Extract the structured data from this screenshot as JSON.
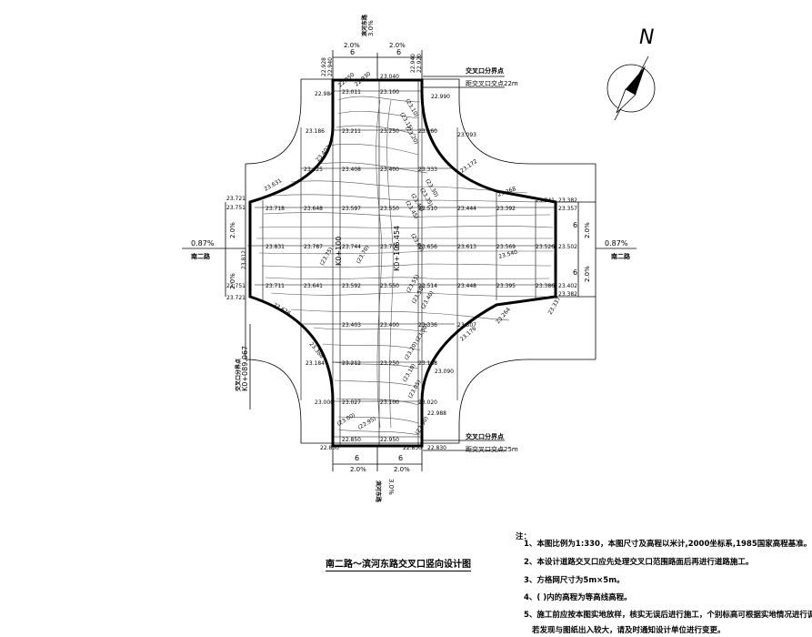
{
  "title": "南二路～滨河东路交叉口竖向设计图",
  "north_label": "N",
  "road_label_left": "南二路",
  "road_label_right": "南二路",
  "cross_slope_left": "0.87%",
  "cross_slope_right": "0.87%",
  "vertical_slope_top": "3.0%",
  "vertical_slope_bottom": "3.0%",
  "vertical_road_label_top": "滨河东路",
  "vertical_road_label_bottom": "滨河东路",
  "boundary_label": "交叉口分界点",
  "dist_top": "距交叉口交点22m",
  "dist_bottom": "距交叉口交点25m",
  "station_center": "K0+106.454",
  "station_left_mid": "K0+100",
  "station_left": "K0+089.067",
  "station_left_label": "交叉口分界点",
  "dim_six": "6",
  "slope_two": "2.0%",
  "elev": {
    "e_22_928": "22.928",
    "e_22_940": "22.940",
    "e_22_950t": "22.950",
    "e_22_930t": "22.930",
    "e_23_040": "23.040",
    "e_22_940r": "22.940",
    "e_22_920r": "22.920",
    "e_22_984": "22.984",
    "e_23_011": "23.011",
    "e_23_100t": "23.100",
    "e_22_990": "22.990",
    "e_23_186": "23.186",
    "e_23_211": "23.211",
    "e_23_250t": "23.250",
    "e_23_160": "23.160",
    "e_23_093": "23.093",
    "e_23_402": "23.402",
    "e_23_425": "23.425",
    "e_23_408": "23.408",
    "e_23_400t": "23.400",
    "e_23_333": "23.333",
    "e_23_631": "23.631",
    "e_23_172": "23.172",
    "e_23_268": "23.268",
    "e_23_341": "23.341",
    "e_23_382": "23.382",
    "e_23_721": "23.721",
    "e_23_751": "23.751",
    "e_23_718": "23.718",
    "e_23_648": "23.648",
    "e_23_597": "23.597",
    "e_23_550": "23.550",
    "e_23_510": "23.510",
    "e_23_444": "23.444",
    "e_23_392": "23.392",
    "e_23_357": "23.357",
    "e_23_831": "23.831",
    "e_23_787": "23.787",
    "e_23_744": "23.744",
    "e_23_700": "23.700",
    "e_23_656": "23.656",
    "e_23_613": "23.613",
    "e_23_569": "23.569",
    "e_23_526": "23.526",
    "e_23_502": "23.502",
    "e_23_540": "23.540",
    "e_23_711": "23.711",
    "e_23_641": "23.641",
    "e_23_592": "23.592",
    "e_23_550b": "23.550",
    "e_23_514": "23.514",
    "e_23_448": "23.448",
    "e_23_395": "23.395",
    "e_23_386": "23.386",
    "e_23_402r": "23.402",
    "e_23_382b": "23.382",
    "e_23_751b": "23.751",
    "e_23_721b": "23.721",
    "e_23_626": "23.626",
    "e_23_337": "23.337",
    "e_23_264": "23.264",
    "e_23_403": "23.403",
    "e_23_400b": "23.400",
    "e_23_336": "23.336",
    "e_23_307": "23.307",
    "e_23_176": "23.176",
    "e_23_388": "23.388",
    "e_23_184": "23.184",
    "e_23_212": "23.212",
    "e_23_250b": "23.250",
    "e_23_168": "23.168",
    "e_23_090": "23.090",
    "e_23_000": "23.000",
    "e_23_027": "23.027",
    "e_23_100b": "23.100",
    "e_23_020": "23.020",
    "e_22_988": "22.988",
    "e_22_850": "22.850",
    "e_22_950b": "22.950",
    "e_22_830": "22.830",
    "e_22_830b": "22.830",
    "e_22_850b": "22.850",
    "e_23_810": "23.810",
    "e_23_812": "23.812"
  },
  "contours": {
    "c1": "(23.10)",
    "c2": "(23.15)",
    "c3": "(23.20)",
    "c4": "(23.25)",
    "c5": "(23.30)",
    "c6": "(23.35)",
    "c7": "(23.40)",
    "c8": "(23.45)",
    "c9": "(23.50)",
    "c10": "(23.55)",
    "c11": "(23.60)",
    "c12": "(23.65)",
    "c13": "(23.70)",
    "c14": "(23.75)",
    "c15": "(23.80)",
    "c16": "(23.05)",
    "c17": "(23.00)",
    "c18": "(22.95)",
    "c19": "(23.60)",
    "c20": "(23.55)",
    "c21": "(23.50)",
    "c22": "(23.45)",
    "c23": "(23.40)",
    "c24": "(23.35)",
    "c25": "(23.30)",
    "c26": "(23.25)",
    "c27": "(23.20)",
    "c28": "(23.15)",
    "c29": "(23.10)",
    "c30": "(23.05)",
    "c31": "(23.00)",
    "c32": "(22.95)",
    "c33": "(22.90)",
    "c34": "(23.00)"
  },
  "notes": {
    "head": "注：",
    "n1": "1、本图比例为1:330，本图尺寸及高程以米计,2000坐标系,1985国家高程基准。",
    "n2": "2、本设计道路交叉口应先处理交叉口范围路面后再进行道路施工。",
    "n3": "3、方格网尺寸为5m×5m。",
    "n4": "4、( )内的高程为等高线高程。",
    "n5": "5、施工前应按本图实地放样，核实无误后进行施工，个别标高可根据实地情况进行调整；",
    "n6": "若发现与图纸出入较大，请及时通知设计单位进行变更。"
  }
}
